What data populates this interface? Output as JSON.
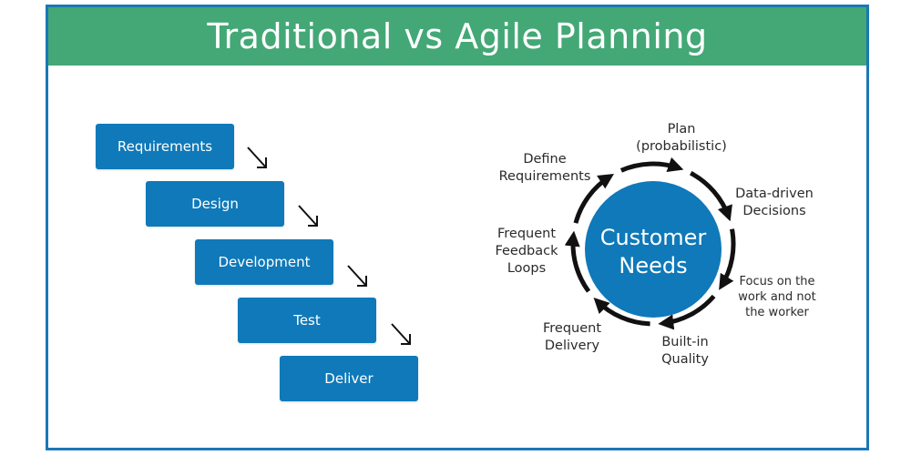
{
  "title": "Traditional vs Agile Planning",
  "colors": {
    "header_bg": "#43a876",
    "border": "#1b77b6",
    "step_bg": "#0f79b9",
    "circle_fill": "#0f79b9",
    "cycle_stroke": "#111111"
  },
  "waterfall": {
    "steps": [
      "Requirements",
      "Design",
      "Development",
      "Test",
      "Deliver"
    ]
  },
  "agile": {
    "center_line1": "Customer",
    "center_line2": "Needs",
    "labels": {
      "plan_1": "Plan",
      "plan_2": "(probabilistic)",
      "data_1": "Data-driven",
      "data_2": "Decisions",
      "focus_1": "Focus on the",
      "focus_2": "work and not",
      "focus_3": "the worker",
      "quality_1": "Built-in",
      "quality_2": "Quality",
      "delivery_1": "Frequent",
      "delivery_2": "Delivery",
      "feedback_1": "Frequent",
      "feedback_2": "Feedback",
      "feedback_3": "Loops",
      "define_1": "Define",
      "define_2": "Requirements"
    }
  }
}
